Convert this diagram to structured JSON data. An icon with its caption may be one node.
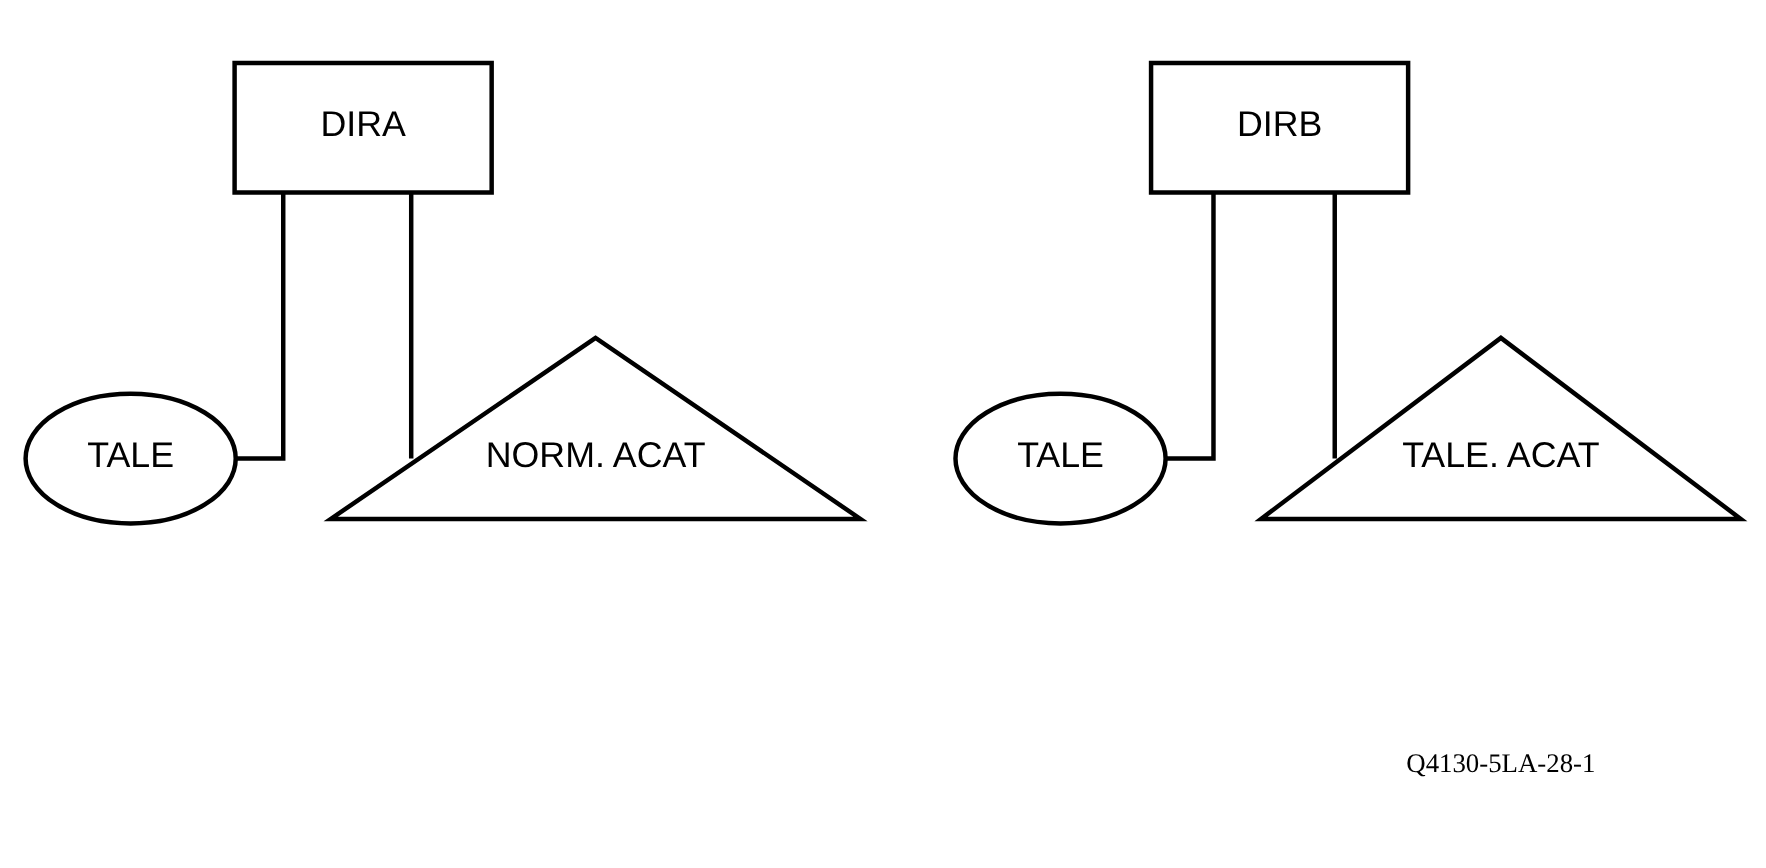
{
  "diagram": {
    "nodes": [
      {
        "text": [
          "DIRA"
        ]
      },
      {
        "text": [
          "TALE"
        ]
      },
      {
        "text": [
          "NORM. ACAT"
        ]
      },
      {
        "text": [
          "DIRB"
        ]
      },
      {
        "text": [
          "TALE"
        ]
      },
      {
        "text": [
          "TALE. ACAT"
        ]
      }
    ],
    "edges": [
      {
        "from": 0,
        "to": 1,
        "arrow": "none"
      },
      {
        "from": 0,
        "to": 2,
        "arrow": "none"
      },
      {
        "from": 3,
        "to": 4,
        "arrow": "none"
      },
      {
        "from": 3,
        "to": 5,
        "arrow": "none"
      }
    ],
    "labels": [
      "Q4130-5LA-28-1"
    ]
  }
}
